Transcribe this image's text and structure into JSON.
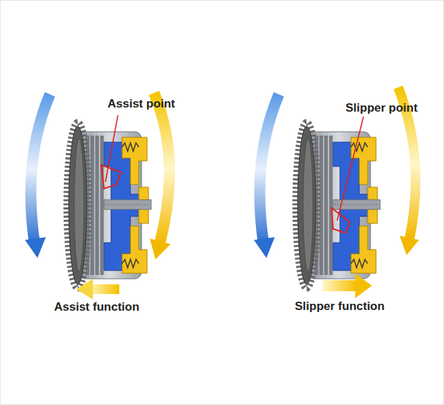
{
  "diagram": {
    "labels": [
      "Assist point",
      "Slipper point",
      "Assist function",
      "Slipper function"
    ]
  }
}
